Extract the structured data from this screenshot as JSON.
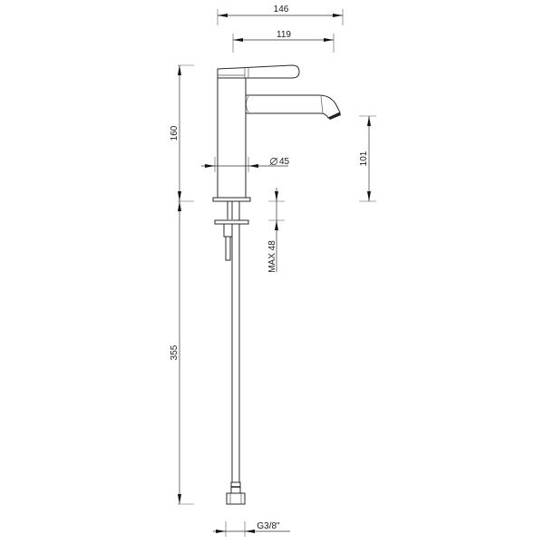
{
  "drawing": {
    "subject": "Single-lever basin mixer faucet technical drawing",
    "units": "mm",
    "line_color": "#2a2a2a",
    "background": "#ffffff"
  },
  "dimensions": {
    "overall_width": {
      "label": "146",
      "orientation": "horizontal"
    },
    "spout_reach": {
      "label": "119",
      "orientation": "horizontal"
    },
    "body_height": {
      "label": "160",
      "orientation": "vertical"
    },
    "spout_outlet_height": {
      "label": "101",
      "orientation": "vertical"
    },
    "body_diameter": {
      "label": "45",
      "prefix": "∅",
      "orientation": "horizontal"
    },
    "max_deck_thickness": {
      "label": "MAX 48",
      "orientation": "vertical"
    },
    "hose_length": {
      "label": "355",
      "orientation": "vertical"
    },
    "connection_thread": {
      "label": "G3/8\"",
      "orientation": "horizontal"
    }
  }
}
